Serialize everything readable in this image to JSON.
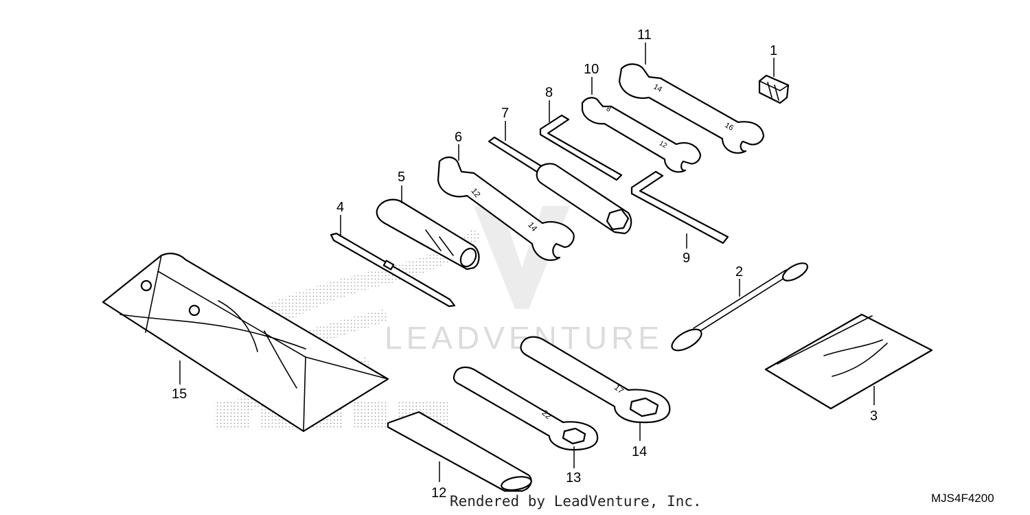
{
  "watermark": {
    "brand_text": "LEADVENTURE",
    "lettering_text": "HONDA",
    "color": "#dcdcdc"
  },
  "callouts": {
    "p1": "1",
    "p2": "2",
    "p3": "3",
    "p4": "4",
    "p5": "5",
    "p6": "6",
    "p7": "7",
    "p8": "8",
    "p9": "9",
    "p10": "10",
    "p11": "11",
    "p12": "12",
    "p13": "13",
    "p14": "14",
    "p15": "15"
  },
  "wrench_markings": {
    "w6_small": "12",
    "w6_large": "14",
    "w10_small": "8",
    "w10_large": "12",
    "w11_small": "14",
    "w11_large": "16",
    "w13": "22",
    "w14": "17"
  },
  "footer": {
    "credit": "Rendered by LeadVenture, Inc.",
    "ref_code": "MJS4F4200"
  }
}
